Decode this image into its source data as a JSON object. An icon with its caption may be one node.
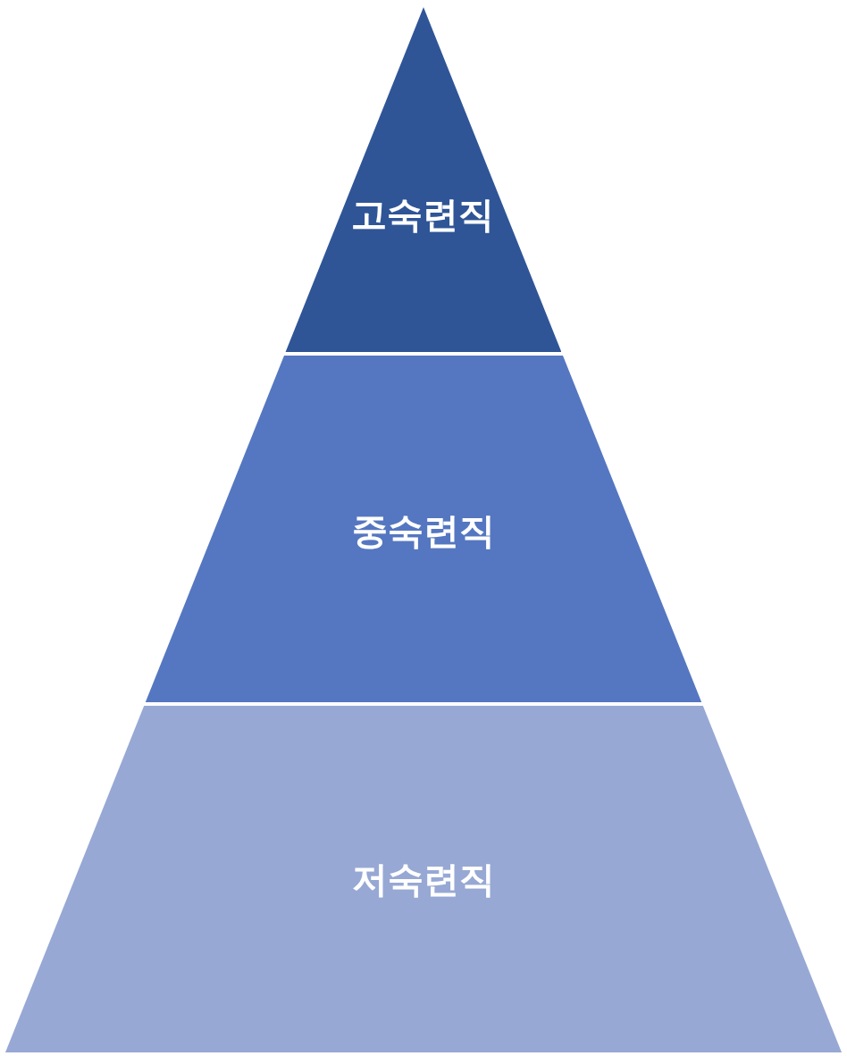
{
  "diagram": {
    "nodes": [
      {
        "text": [
          "고숙련직"
        ]
      },
      {
        "text": [
          "중숙련직"
        ]
      },
      {
        "text": [
          "저숙련직"
        ]
      }
    ]
  }
}
